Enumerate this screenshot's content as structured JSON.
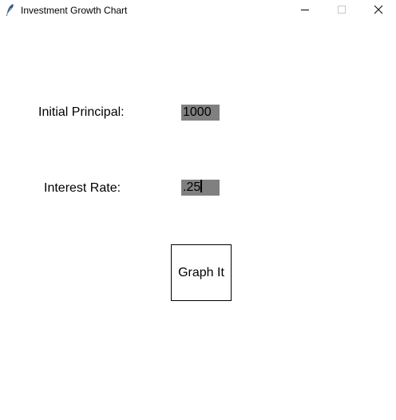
{
  "window": {
    "title": "Investment Growth Chart",
    "icon": "feather-icon",
    "controls": [
      "minimize-icon",
      "maximize-icon",
      "close-icon"
    ]
  },
  "form": {
    "principal_label": "Initial Principal:",
    "principal_value": "1000",
    "rate_label": "Interest Rate:",
    "rate_value": ".25",
    "graph_button_label": "Graph It"
  },
  "colors": {
    "entry_background": "#808080",
    "window_background": "#ffffff",
    "text": "#000000"
  }
}
